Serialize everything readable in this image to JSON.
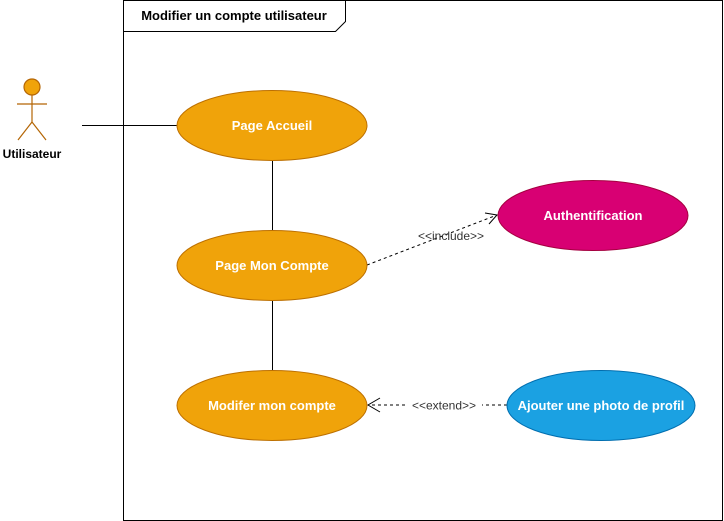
{
  "frame": {
    "title": "Modifier un compte utilisateur"
  },
  "actor": {
    "label": "Utilisateur",
    "icon": "stick-figure-actor-icon",
    "color": "#f0a30a"
  },
  "use_cases": {
    "page_accueil": {
      "label": "Page Accueil",
      "color": "#f0a30a"
    },
    "page_mon_compte": {
      "label": "Page Mon Compte",
      "color": "#f0a30a"
    },
    "modifier_mon_compte": {
      "label": "Modifer mon compte",
      "color": "#f0a30a"
    },
    "authentification": {
      "label": "Authentification",
      "color": "#d80073"
    },
    "ajouter_photo": {
      "label": "Ajouter une photo de profil",
      "color": "#1ba1e2"
    }
  },
  "relations": {
    "include": {
      "label": "<<include>>"
    },
    "extend": {
      "label": "<<extend>>"
    }
  }
}
